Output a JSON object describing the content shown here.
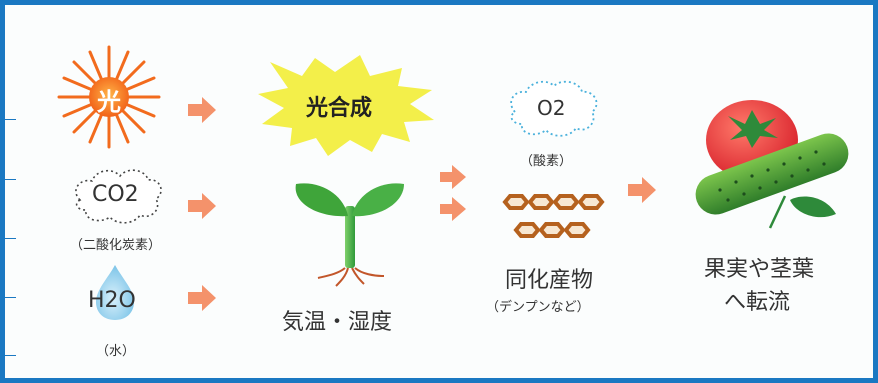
{
  "inputs": {
    "light": "光",
    "co2_label": "CO2",
    "co2_caption": "（二酸化炭素）",
    "water_label": "H2O",
    "water_caption": "（水）"
  },
  "process": {
    "photosynthesis": "光合成",
    "conditions": "気温・湿度"
  },
  "outputs": {
    "o2_label": "O2",
    "o2_caption": "（酸素）",
    "assimilate": "同化産物",
    "assimilate_caption": "（デンプンなど）"
  },
  "destination": {
    "line1": "果実や茎葉",
    "line2": "へ転流"
  },
  "colors": {
    "border": "#1a78c2",
    "arrow": "#f4926b",
    "sun": "#f26b1d",
    "burst": "#f3ef4a",
    "leaf": "#3fa53a",
    "starch": "#b5611e"
  }
}
